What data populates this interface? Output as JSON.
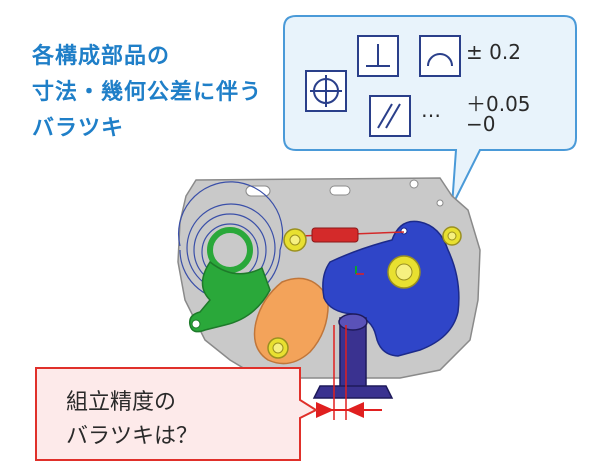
{
  "title": {
    "line1": "各構成部品の",
    "line2": "寸法・幾何公差に伴う",
    "line3": "バラツキ"
  },
  "tolerance_callout": {
    "symbols": [
      "position-symbol",
      "perpendicularity-symbol",
      "profile-of-line-symbol",
      "parallelism-symbol"
    ],
    "ellipsis": "…",
    "tol_a": "± 0.2",
    "tol_b_upper": "＋0.05",
    "tol_b_lower": "−0"
  },
  "question_callout": {
    "line1": "組立精度の",
    "line2": "バラツキは？"
  },
  "colors": {
    "title_blue": "#1f7fc8",
    "bubble_border": "#4a9ad8",
    "bubble_fill": "#e8f3fb",
    "plate": "#c9c9c9",
    "green_part": "#2aa83a",
    "orange_part": "#f3a35a",
    "blue_part": "#2f45c8",
    "purple_pin": "#3a3290",
    "red_spring": "#d42a2a",
    "yellow_screw": "#e8e030",
    "question_border": "#e0302a",
    "question_fill": "#fdeaea"
  }
}
